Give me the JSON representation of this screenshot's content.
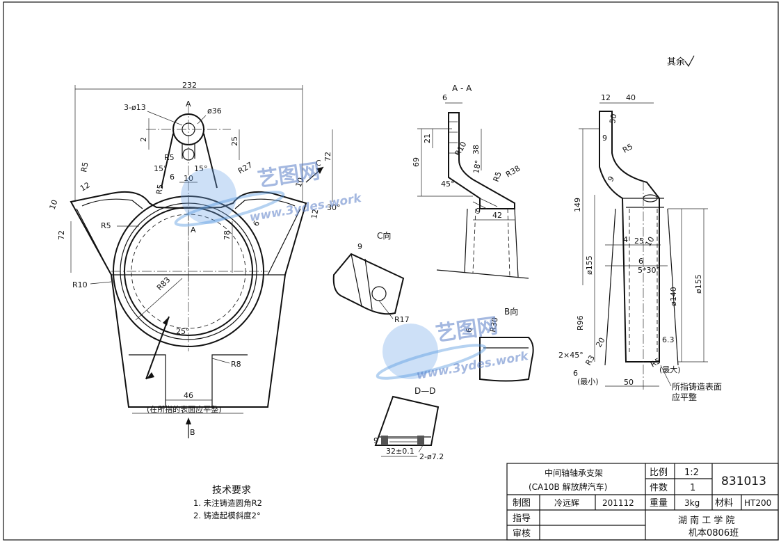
{
  "title_block": {
    "part_name": "中间轴轴承支架",
    "part_model": "(CA10B  解放牌汽车)",
    "scale_label": "比例",
    "scale_value": "1:2",
    "qty_label": "件数",
    "qty_value": "1",
    "drawing_no": "831013",
    "drawn_label": "制图",
    "drawn_by": "冷远辉",
    "drawn_date": "201112",
    "weight_label": "重量",
    "weight_value": "3kg",
    "material_label": "材料",
    "material_value": "HT200",
    "guide_label": "指导",
    "review_label": "审核",
    "school": "湖 南 工 学 院",
    "class": "机本0806班"
  },
  "tech_requirements": {
    "title": "技术要求",
    "items": [
      "1. 未注铸造圆角R2",
      "2. 铸造起模斜度2°"
    ]
  },
  "roughness_note": "其余",
  "watermark": {
    "brand": "艺图网",
    "url": "www.3ydes.work"
  },
  "view_labels": {
    "section_aa": "A - A",
    "view_c": "C向",
    "view_b": "B向",
    "section_dd": "D—D",
    "flat_note": "(在所指的表面应平整)",
    "cast_note_1": "所指铸造表面",
    "cast_note_2": "应平整",
    "max": "(最大)",
    "min": "(最小)"
  },
  "dims_front": {
    "d232": "232",
    "hole": "3-ø13",
    "d36": "ø36",
    "a": "A",
    "a2": "A",
    "b": "B",
    "c": "C",
    "r5a": "R5",
    "r5b": "R5",
    "r5c": "R5",
    "r5d": "R5",
    "r27": "R27",
    "r83": "R83",
    "r10": "R10",
    "r8": "R8",
    "d15a": "15°",
    "d15b": "15°",
    "d6": "6",
    "d10": "10",
    "d2": "2",
    "d25": "25",
    "d72": "72",
    "d72r": "72",
    "d78": "78",
    "d46": "46",
    "d30": "30°",
    "d12": "12",
    "d12b": "12",
    "d6b": "6",
    "d25deg": "25°",
    "d10l": "10",
    "d10r": "10"
  },
  "dims_aa": {
    "d6": "6",
    "d21": "21",
    "d69": "69",
    "d38": "38",
    "r10": "R10",
    "d18": "18°",
    "r5": "R5",
    "r38": "R38",
    "d45": "45°",
    "d9": "9",
    "d42": "42"
  },
  "dims_side": {
    "d12": "12",
    "d40": "40",
    "d50": "50",
    "d9": "9",
    "r5": "R5",
    "d9b": "9",
    "d149": "149",
    "d4": "4",
    "d25": "25",
    "d10": "10",
    "d6": "6",
    "d5x30": "5*30°",
    "d155l": "ø155",
    "d140": "ø140",
    "d155r": "ø155",
    "r96": "R96",
    "d45": "2×45°",
    "d6b": "6",
    "r3": "R3",
    "r5b": "R5",
    "d50b": "50",
    "d20": "20",
    "d63": "6.3"
  },
  "dims_c": {
    "d9": "9",
    "r17": "R17"
  },
  "dims_b": {
    "d6": "6",
    "r30": "R30"
  },
  "dims_dd": {
    "d9": "9",
    "d32": "32±0.1",
    "hole": "2-ø7.2"
  }
}
